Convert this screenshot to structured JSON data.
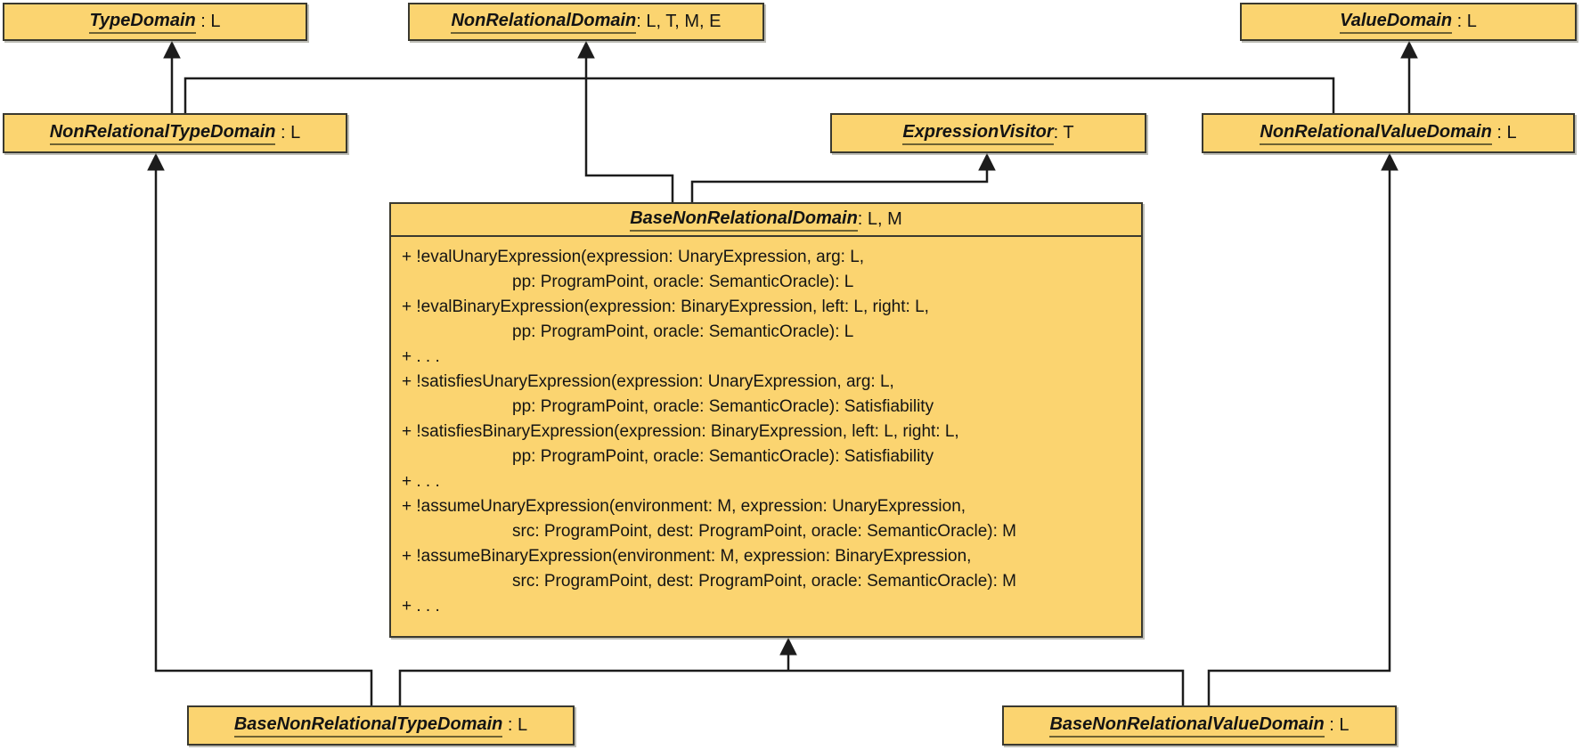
{
  "colors": {
    "box_fill": "#fbd470",
    "box_border": "#3a392f",
    "name_underline": "#6e6233",
    "connector_line": "#1c1c1c"
  },
  "classes": {
    "type_domain": {
      "name": "TypeDomain",
      "params": " : L"
    },
    "non_relational_domain": {
      "name": "NonRelationalDomain",
      "params": ": L, T, M, E"
    },
    "value_domain": {
      "name": "ValueDomain",
      "params": " : L"
    },
    "non_relational_type_domain": {
      "name": "NonRelationalTypeDomain",
      "params": " : L"
    },
    "expression_visitor": {
      "name": "ExpressionVisitor",
      "params": ": T"
    },
    "non_relational_value_domain": {
      "name": "NonRelationalValueDomain",
      "params": " : L"
    },
    "base_non_relational_domain": {
      "name": "BaseNonRelationalDomain",
      "params": ": L, M"
    },
    "base_non_relational_type_domain": {
      "name": "BaseNonRelationalTypeDomain",
      "params": " : L"
    },
    "base_non_relational_value_domain": {
      "name": "BaseNonRelationalValueDomain",
      "params": " : L"
    }
  },
  "central": {
    "methods": [
      {
        "text": "+ !evalUnaryExpression(expression: UnaryExpression, arg: L,",
        "indent": false
      },
      {
        "text": "pp: ProgramPoint, oracle: SemanticOracle): L",
        "indent": true
      },
      {
        "text": "+ !evalBinaryExpression(expression: BinaryExpression, left: L, right: L,",
        "indent": false
      },
      {
        "text": "pp: ProgramPoint, oracle: SemanticOracle): L",
        "indent": true
      },
      {
        "text": "+ . . .",
        "indent": false
      },
      {
        "text": "+ !satisfiesUnaryExpression(expression: UnaryExpression, arg: L,",
        "indent": false
      },
      {
        "text": "pp: ProgramPoint, oracle: SemanticOracle): Satisfiability",
        "indent": true
      },
      {
        "text": "+ !satisfiesBinaryExpression(expression: BinaryExpression, left: L, right: L,",
        "indent": false
      },
      {
        "text": "pp: ProgramPoint, oracle: SemanticOracle): Satisfiability",
        "indent": true
      },
      {
        "text": "+ . . .",
        "indent": false
      },
      {
        "text": "+ !assumeUnaryExpression(environment: M, expression: UnaryExpression,",
        "indent": false
      },
      {
        "text": "src: ProgramPoint, dest: ProgramPoint, oracle: SemanticOracle): M",
        "indent": true
      },
      {
        "text": "+ !assumeBinaryExpression(environment: M, expression: BinaryExpression,",
        "indent": false
      },
      {
        "text": "src: ProgramPoint, dest: ProgramPoint, oracle: SemanticOracle): M",
        "indent": true
      },
      {
        "text": "+ . . .",
        "indent": false
      }
    ]
  }
}
